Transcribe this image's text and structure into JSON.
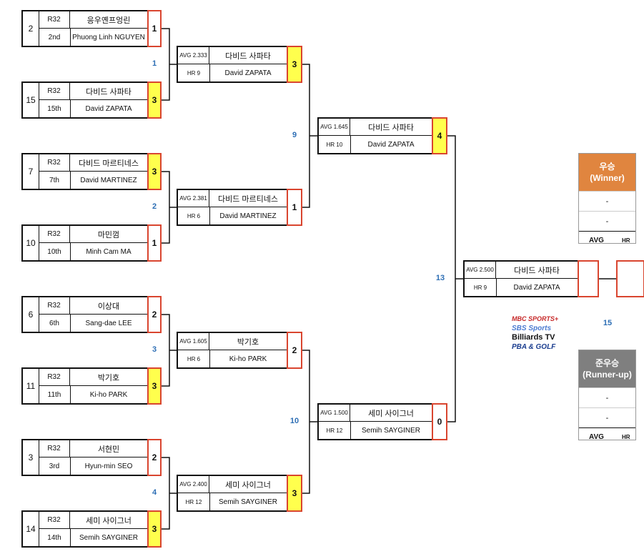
{
  "round1": [
    {
      "seed": "2",
      "round": "R32",
      "rank": "2nd",
      "kr": "응우옌프엉린",
      "en": "Phuong Linh NGUYEN",
      "score": "1",
      "win": false
    },
    {
      "seed": "15",
      "round": "R32",
      "rank": "15th",
      "kr": "다비드 사파타",
      "en": "David ZAPATA",
      "score": "3",
      "win": true
    },
    {
      "seed": "7",
      "round": "R32",
      "rank": "7th",
      "kr": "다비드 마르티네스",
      "en": "David MARTINEZ",
      "score": "3",
      "win": true
    },
    {
      "seed": "10",
      "round": "R32",
      "rank": "10th",
      "kr": "마민껌",
      "en": "Minh Cam MA",
      "score": "1",
      "win": false
    },
    {
      "seed": "6",
      "round": "R32",
      "rank": "6th",
      "kr": "이상대",
      "en": "Sang-dae LEE",
      "score": "2",
      "win": false
    },
    {
      "seed": "11",
      "round": "R32",
      "rank": "11th",
      "kr": "박기호",
      "en": "Ki-ho PARK",
      "score": "3",
      "win": true
    },
    {
      "seed": "3",
      "round": "R32",
      "rank": "3rd",
      "kr": "서현민",
      "en": "Hyun-min SEO",
      "score": "2",
      "win": false
    },
    {
      "seed": "14",
      "round": "R32",
      "rank": "14th",
      "kr": "세미 사이그너",
      "en": "Semih SAYGINER",
      "score": "3",
      "win": true
    }
  ],
  "round2": [
    {
      "avg": "AVG 2.333",
      "hr": "HR 9",
      "kr": "다비드 사파타",
      "en": "David ZAPATA",
      "score": "3",
      "win": true
    },
    {
      "avg": "AVG 2.381",
      "hr": "HR 6",
      "kr": "다비드 마르티네스",
      "en": "David MARTINEZ",
      "score": "1",
      "win": false
    },
    {
      "avg": "AVG 1.605",
      "hr": "HR 6",
      "kr": "박기호",
      "en": "Ki-ho PARK",
      "score": "2",
      "win": false
    },
    {
      "avg": "AVG 2.400",
      "hr": "HR 12",
      "kr": "세미 사이그너",
      "en": "Semih SAYGINER",
      "score": "3",
      "win": true
    }
  ],
  "round3": [
    {
      "avg": "AVG 1.645",
      "hr": "HR 10",
      "kr": "다비드 사파타",
      "en": "David ZAPATA",
      "score": "4",
      "win": true
    },
    {
      "avg": "AVG 1.500",
      "hr": "HR 12",
      "kr": "세미 사이그너",
      "en": "Semih SAYGINER",
      "score": "0",
      "win": false
    }
  ],
  "round4": [
    {
      "avg": "AVG 2.500",
      "hr": "HR 9",
      "kr": "다비드 사파타",
      "en": "David ZAPATA",
      "score": "",
      "win": false
    }
  ],
  "match_numbers": [
    "1",
    "2",
    "3",
    "4",
    "9",
    "10",
    "13",
    "15"
  ],
  "winner": {
    "title": "우승",
    "subtitle": "(Winner)",
    "line1": "-",
    "line2": "-",
    "avg": "AVG",
    "hr": "HR",
    "color": "#e0853f"
  },
  "runner_up": {
    "title": "준우승",
    "subtitle": "(Runner-up)",
    "line1": "-",
    "line2": "-",
    "avg": "AVG",
    "hr": "HR",
    "color": "#7f7f7f"
  },
  "broadcasters": [
    "MBC SPORTS+",
    "SBS Sports",
    "Billiards TV",
    "PBA & GOLF"
  ],
  "colors": {
    "win_fill": "#ffff4d",
    "score_border": "#d9452f",
    "match_number": "#2e6fb5"
  }
}
